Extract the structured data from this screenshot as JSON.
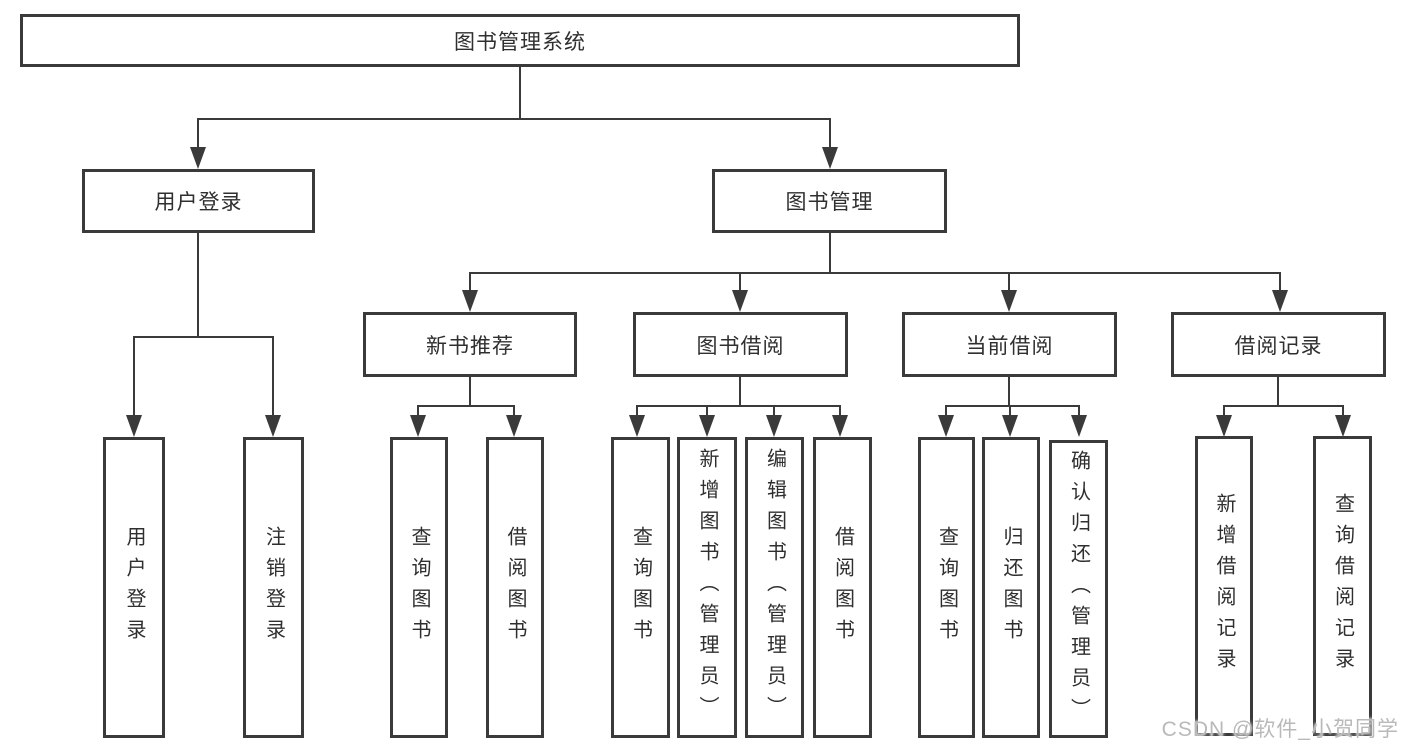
{
  "diagram": {
    "title": "图书管理系统",
    "branches": [
      {
        "label": "用户登录",
        "children": [
          {
            "label": "用户登录"
          },
          {
            "label": "注销登录"
          }
        ]
      },
      {
        "label": "图书管理",
        "children": [
          {
            "label": "新书推荐",
            "children": [
              {
                "label": "查询图书"
              },
              {
                "label": "借阅图书"
              }
            ]
          },
          {
            "label": "图书借阅",
            "children": [
              {
                "label": "查询图书"
              },
              {
                "label": "新增图书（管理员）"
              },
              {
                "label": "编辑图书（管理员）"
              },
              {
                "label": "借阅图书"
              }
            ]
          },
          {
            "label": "当前借阅",
            "children": [
              {
                "label": "查询图书"
              },
              {
                "label": "归还图书"
              },
              {
                "label": "确认归还（管理员）"
              }
            ]
          },
          {
            "label": "借阅记录",
            "children": [
              {
                "label": "新增借阅记录"
              },
              {
                "label": "查询借阅记录"
              }
            ]
          }
        ]
      }
    ]
  },
  "colors": {
    "line": "#3a3a3a",
    "background": "#ffffff",
    "watermark": "#b9b9b9"
  },
  "watermark": {
    "text": "CSDN @软件_小贺同学"
  }
}
